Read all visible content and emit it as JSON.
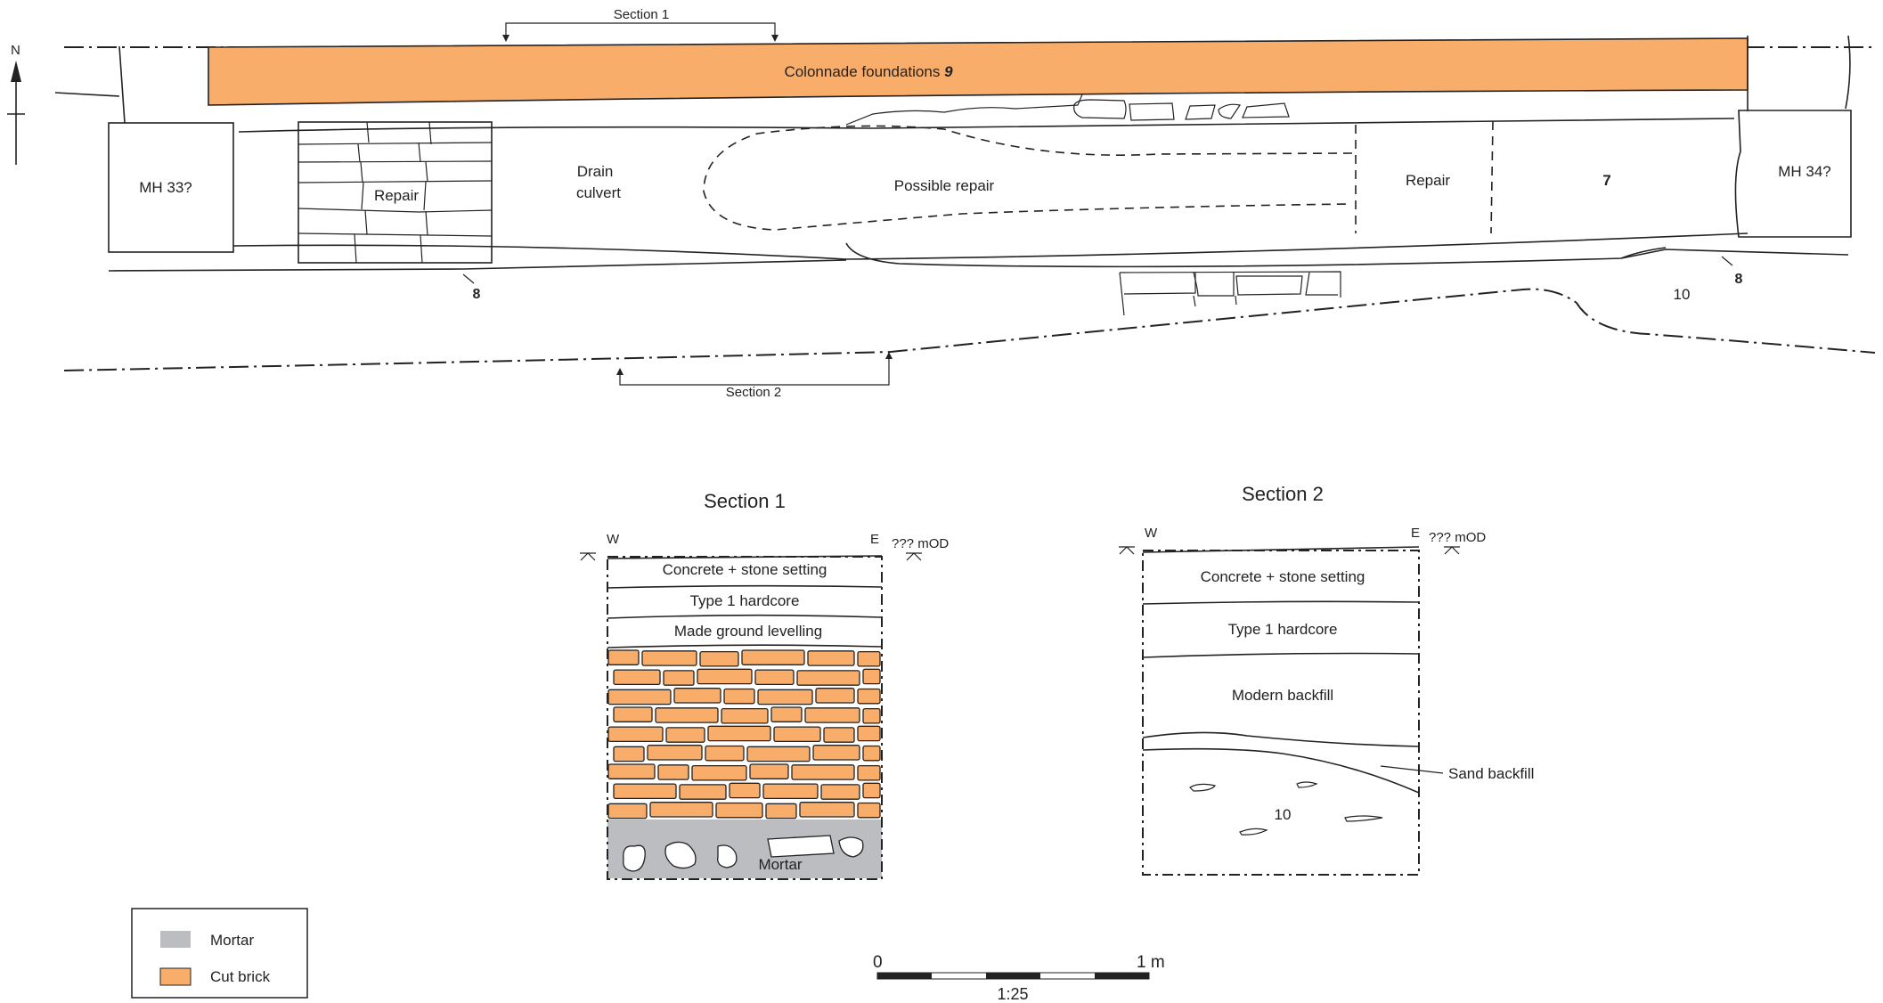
{
  "colors": {
    "cut_brick": "#f8ad6a",
    "mortar": "#bcbdc0",
    "line": "#222222"
  },
  "plan": {
    "north_label": "N",
    "section1_label": "Section 1",
    "section2_label": "Section 2",
    "colonnade_label": "Colonnade foundations",
    "colonnade_number": "9",
    "mh33_label": "MH 33?",
    "mh34_label": "MH 34?",
    "repair_left_label": "Repair",
    "drain_line1": "Drain",
    "drain_line2": "culvert",
    "possible_repair_label": "Possible repair",
    "repair_right_label": "Repair",
    "context_7": "7",
    "context_8_left": "8",
    "context_8_right": "8",
    "context_10": "10"
  },
  "section1": {
    "title": "Section 1",
    "west": "W",
    "east": "E",
    "datum": "??? mOD",
    "layers": [
      "Concrete + stone setting",
      "Type 1 hardcore",
      "Made ground levelling"
    ],
    "mortar_label": "Mortar"
  },
  "section2": {
    "title": "Section 2",
    "west": "W",
    "east": "E",
    "datum": "??? mOD",
    "layers": [
      "Concrete + stone setting",
      "Type 1 hardcore",
      "Modern backfill"
    ],
    "sand_label": "Sand backfill",
    "context_10": "10"
  },
  "legend": {
    "items": [
      {
        "label": "Mortar",
        "color": "#bcbdc0"
      },
      {
        "label": "Cut brick",
        "color": "#f8ad6a"
      }
    ]
  },
  "scale": {
    "start_label": "0",
    "end_label": "1 m",
    "ratio": "1:25"
  }
}
